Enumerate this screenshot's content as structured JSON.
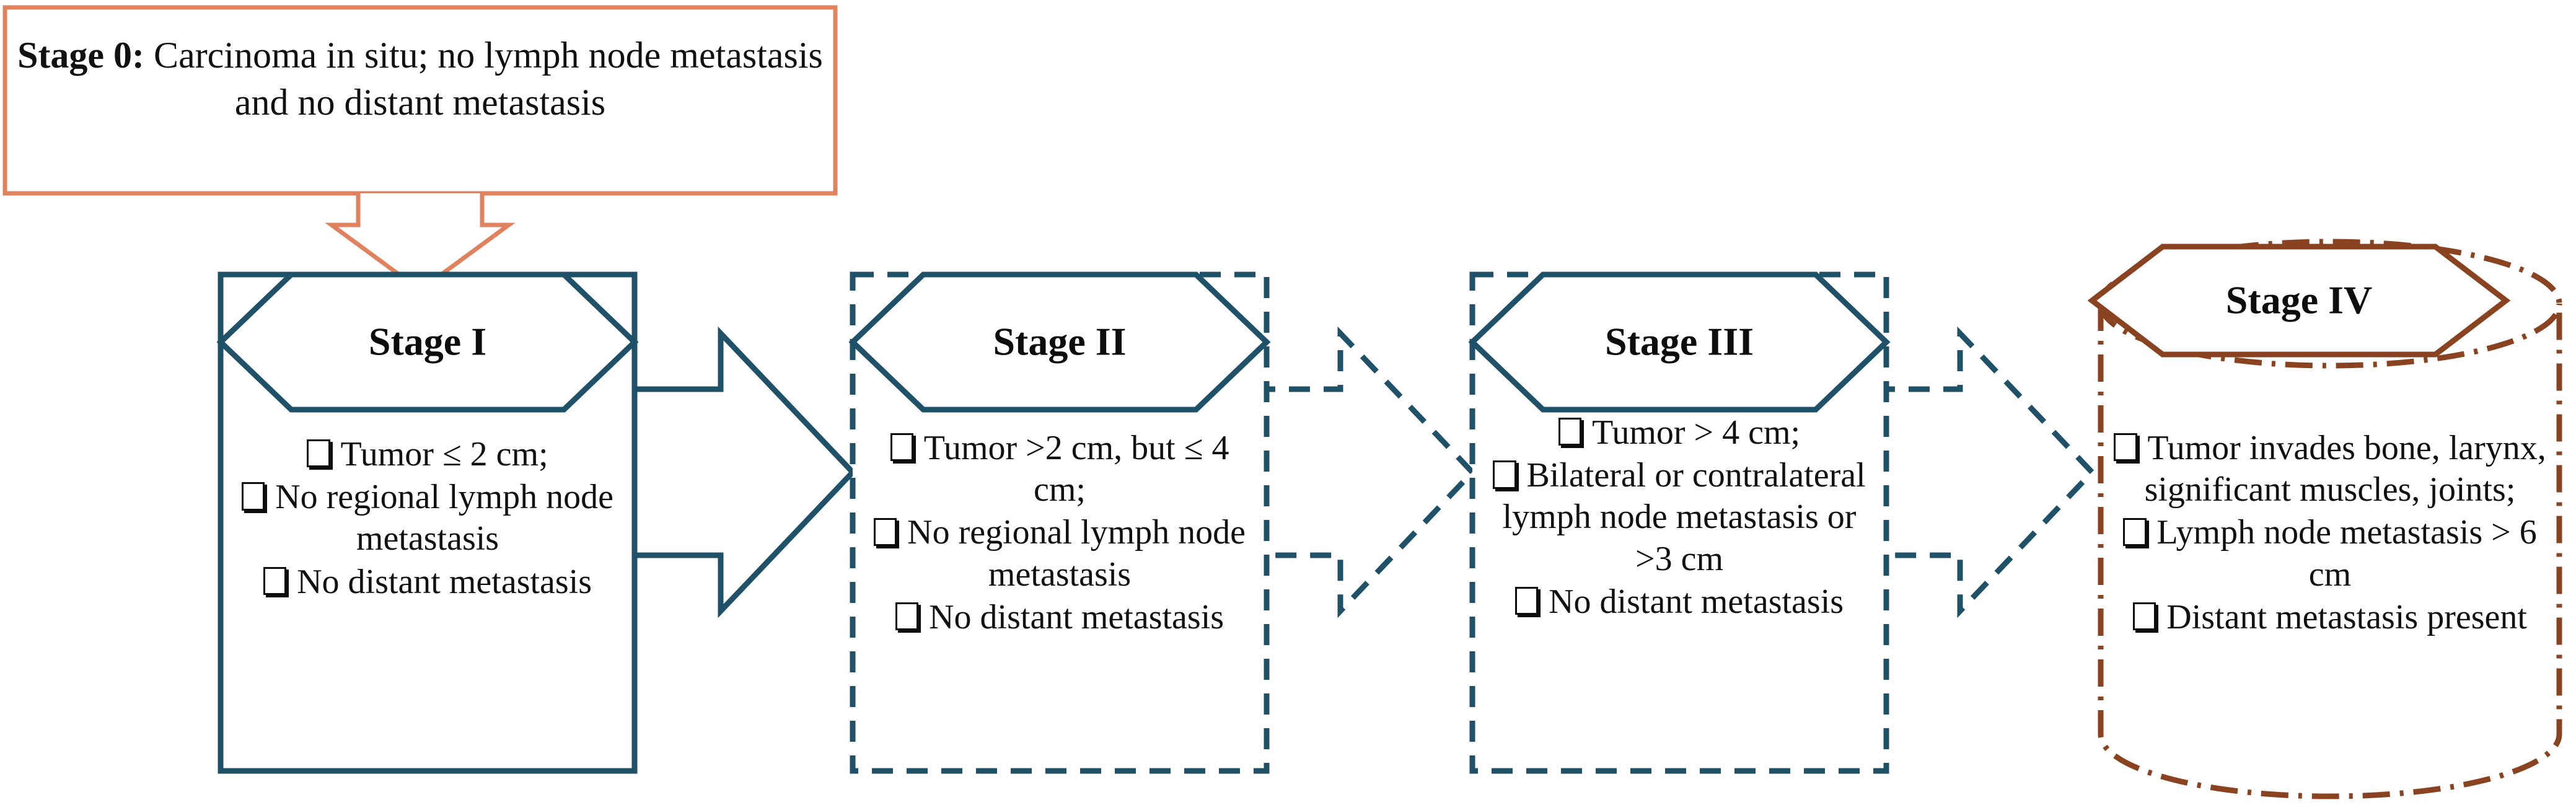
{
  "diagram": {
    "title": "Cancer TNM staging progression flow chart",
    "colors": {
      "teal": "#1F5168",
      "brown": "#8A4320",
      "salmon": "#E0825D",
      "text": "#111111"
    }
  },
  "stage0": {
    "label_bold": "Stage 0:",
    "label_rest": " Carcinoma in situ; no lymph node metastasis and no distant metastasis",
    "full_text": "Stage 0: Carcinoma in situ; no lymph node metastasis and no distant metastasis",
    "border_style": "solid",
    "border_color": "#E0825D"
  },
  "stages": [
    {
      "id": "stage-1",
      "title": "Stage I",
      "shape": "rectangle",
      "border_style": "solid",
      "border_color": "#1F5168",
      "bullets": [
        "Tumor ≤ 2 cm;",
        "No regional lymph node metastasis",
        "No distant metastasis"
      ]
    },
    {
      "id": "stage-2",
      "title": "Stage II",
      "shape": "rectangle",
      "border_style": "dashed",
      "border_color": "#1F5168",
      "bullets": [
        "Tumor >2 cm, but ≤ 4 cm;",
        "No regional lymph node metastasis",
        "No distant metastasis"
      ]
    },
    {
      "id": "stage-3",
      "title": "Stage III",
      "shape": "rectangle",
      "border_style": "dashed",
      "border_color": "#1F5168",
      "bullets": [
        "Tumor > 4 cm;",
        "Bilateral or contralateral lymph node metastasis or >3 cm",
        "No distant metastasis"
      ]
    },
    {
      "id": "stage-4",
      "title": "Stage IV",
      "shape": "cylinder",
      "border_style": "dash-dot",
      "border_color": "#8A4320",
      "bullets": [
        "Tumor invades bone, larynx, significant muscles, joints;",
        "Lymph node metastasis > 6 cm",
        "Distant metastasis present"
      ]
    }
  ],
  "connectors": [
    {
      "id": "arrow-stage0-to-stage1",
      "from": "stage-0",
      "to": "stage-1",
      "direction": "down",
      "style": "solid",
      "color": "#E0825D"
    },
    {
      "id": "arrow-stage1-to-stage2",
      "from": "stage-1",
      "to": "stage-2",
      "direction": "right",
      "style": "solid",
      "color": "#1F5168"
    },
    {
      "id": "arrow-stage2-to-stage3",
      "from": "stage-2",
      "to": "stage-3",
      "direction": "right",
      "style": "dashed",
      "color": "#1F5168"
    },
    {
      "id": "arrow-stage3-to-stage4",
      "from": "stage-3",
      "to": "stage-4",
      "direction": "right",
      "style": "dashed",
      "color": "#1F5168"
    }
  ]
}
